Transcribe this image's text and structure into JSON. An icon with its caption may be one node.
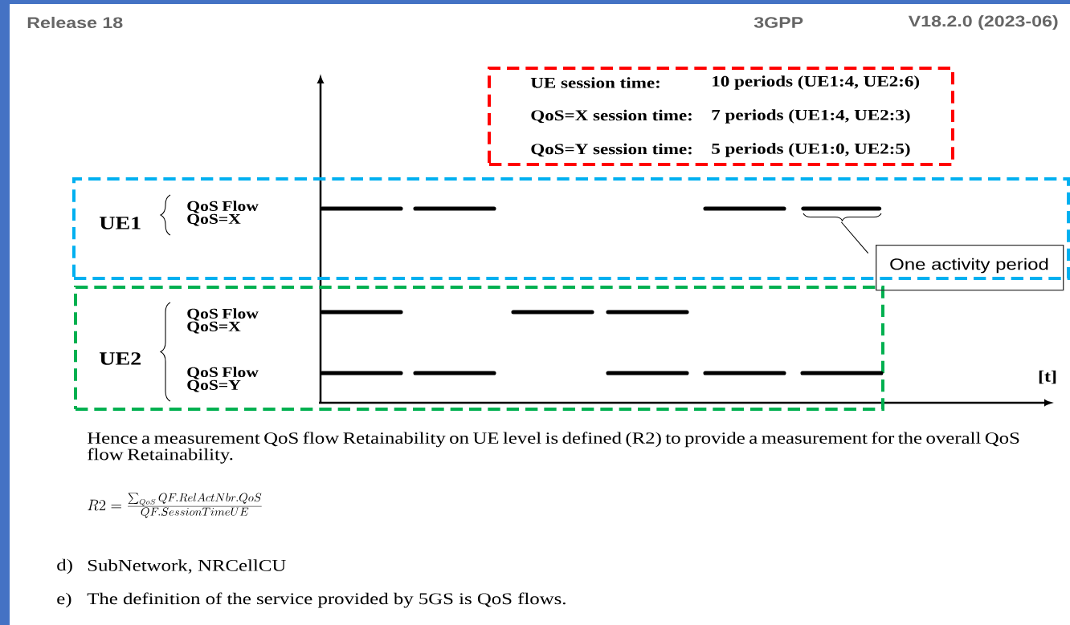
{
  "diagram": {
    "nodes": [
      {
        "text": [
          "UE session time:",
          "10 periods (UE1:4, UE2:6)",
          "QoS=X session time:",
          "7 periods (UE1:4, UE2:3)",
          "QoS=Y session time:",
          "5 periods (UE1:0, UE2:5)"
        ]
      },
      {
        "text": [
          "UE1",
          "QoS Flow QoS=X"
        ]
      },
      {
        "text": [
          "UE2",
          "QoS Flow QoS=X",
          "QoS Flow QoS=Y"
        ]
      },
      {
        "text": [
          "One activity period"
        ]
      },
      {
        "text": [],
        "shape": "bar",
        "in": 1
      }
    ],
    "edges": [
      {
        "from": 3,
        "to": 4,
        "arrow": "none"
      }
    ],
    "labels": [
      "Release 18",
      "3GPP",
      "V18.2.0 (2023-06)",
      "[t]",
      "Hence a measurement QoS flow Retainability on UE level is defined (R2) to provide a measurement for the overall QoS flow Retainability.",
      "R2 = \\frac{\\sum_{QoS} QF.RelActNbr.QoS}{QF.SessionTimeUE}",
      "d)",
      "SubNetwork, NRCellCU",
      "e)",
      "The definition of the service provided by 5GS is QoS flows."
    ]
  }
}
